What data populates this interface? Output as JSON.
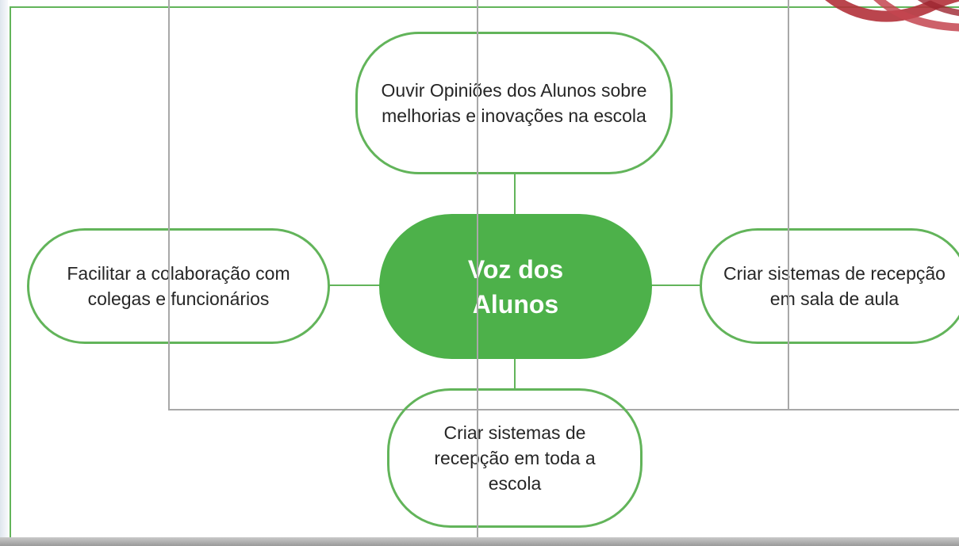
{
  "diagram": {
    "center": {
      "label_line1": "Voz dos",
      "label_line2": "Alunos"
    },
    "top": {
      "text": "Ouvir Opiniões dos Alunos sobre melhorias e inovações na escola"
    },
    "left": {
      "text": "Facilitar a colaboração com colegas e funcionários"
    },
    "right": {
      "text": "Criar sistemas de recepção em sala de aula"
    },
    "bottom": {
      "text": "Criar sistemas de recepção em toda a escola"
    }
  },
  "colors": {
    "accent_green": "#4db14a",
    "outline_green": "#62b45a",
    "guide_gray": "#a8a8a8",
    "ribbon_red": "#b3313a"
  },
  "icons": {
    "corner_decoration": "ribbon-decoration-icon"
  }
}
